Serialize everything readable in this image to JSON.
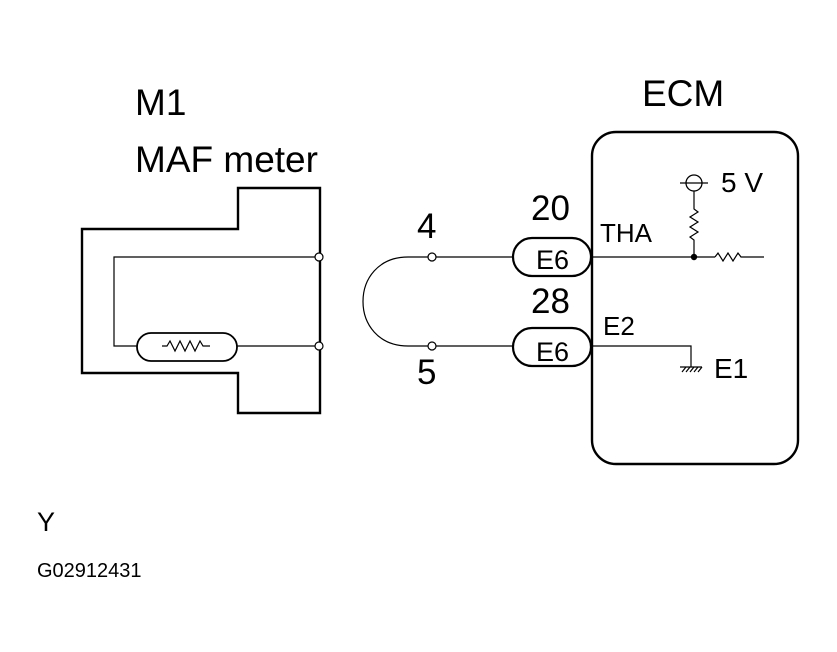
{
  "sensor": {
    "code": "M1",
    "name": "MAF meter"
  },
  "ecm": {
    "title": "ECM"
  },
  "pins": {
    "top": "4",
    "bottom": "5"
  },
  "connectors": [
    {
      "pin": "20",
      "label": "E6",
      "signal": "THA"
    },
    {
      "pin": "28",
      "label": "E6",
      "signal": "E2"
    }
  ],
  "power": {
    "label": "5 V"
  },
  "ground": {
    "label": "E1"
  },
  "footer": {
    "letter": "Y",
    "id": "G02912431"
  }
}
